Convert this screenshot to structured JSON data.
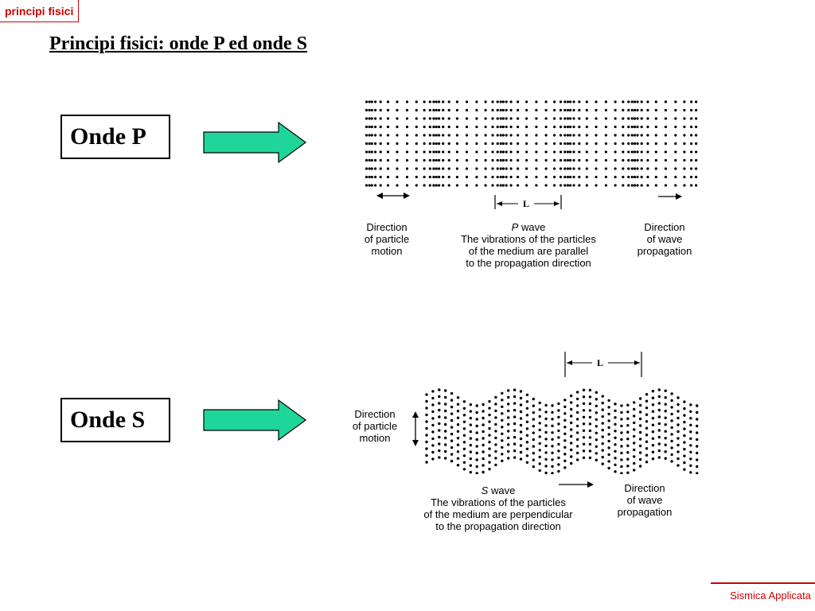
{
  "header": {
    "section_tag": "principi fisici"
  },
  "slide": {
    "title": "Principi fisici: onde P ed onde S"
  },
  "p_wave": {
    "box_label": "Onde P",
    "length_marker": "L",
    "particle_motion_label": [
      "Direction",
      "of particle",
      "motion"
    ],
    "caption": [
      "wave",
      "The vibrations of the particles",
      "of the medium are parallel",
      "to the propagation direction"
    ],
    "caption_symbol": "P",
    "propagation_label": [
      "Direction",
      "of wave",
      "propagation"
    ]
  },
  "s_wave": {
    "box_label": "Onde S",
    "length_marker": "L",
    "particle_motion_label": [
      "Direction",
      "of particle",
      "motion"
    ],
    "caption": [
      "wave",
      "The vibrations of the particles",
      "of the medium are perpendicular",
      "to the propagation direction"
    ],
    "caption_symbol": "S",
    "propagation_label": [
      "Direction",
      "of wave",
      "propagation"
    ]
  },
  "footer": {
    "course": "Sismica Applicata"
  },
  "colors": {
    "accent": "#cc0000",
    "arrow_fill": "#1fd69a"
  }
}
